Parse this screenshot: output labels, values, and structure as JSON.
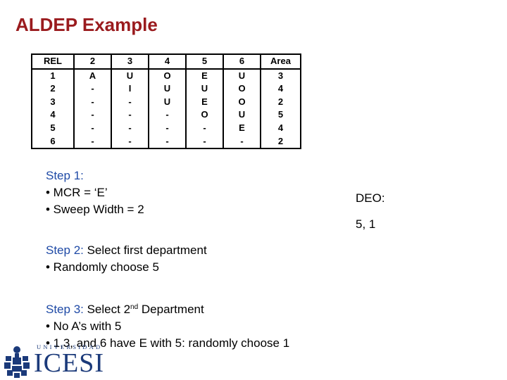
{
  "title": "ALDEP Example",
  "table": {
    "headers": [
      "REL",
      "2",
      "3",
      "4",
      "5",
      "6",
      "Area"
    ],
    "rows": [
      [
        "1",
        "A",
        "U",
        "O",
        "E",
        "U",
        "3"
      ],
      [
        "2",
        "-",
        "I",
        "U",
        "U",
        "O",
        "4"
      ],
      [
        "3",
        "-",
        "-",
        "U",
        "E",
        "O",
        "2"
      ],
      [
        "4",
        "-",
        "-",
        "-",
        "O",
        "U",
        "5"
      ],
      [
        "5",
        "-",
        "-",
        "-",
        "-",
        "E",
        "4"
      ],
      [
        "6",
        "-",
        "-",
        "-",
        "-",
        "-",
        "2"
      ]
    ]
  },
  "step1": {
    "label": "Step 1:",
    "bullets": [
      "• MCR = ‘E’",
      "• Sweep Width = 2"
    ]
  },
  "step2": {
    "label": "Step 2:",
    "rest": " Select first department",
    "bullets": [
      "• Randomly choose 5"
    ]
  },
  "step3": {
    "label": "Step 3:",
    "rest_before": " Select 2",
    "sup": "nd",
    "rest_after": " Department",
    "bullets": [
      "• No A’s with 5",
      "• 1,3, and 6 have E with 5: randomly choose 1"
    ]
  },
  "deo": {
    "label": "DEO:",
    "value": "5, 1"
  },
  "logo": {
    "top_text": "UNIVERSIDAD",
    "name": "ICESI",
    "color": "#1b3a7a"
  },
  "colors": {
    "title": "#9a1b1e",
    "step_label": "#1f4aa6"
  }
}
